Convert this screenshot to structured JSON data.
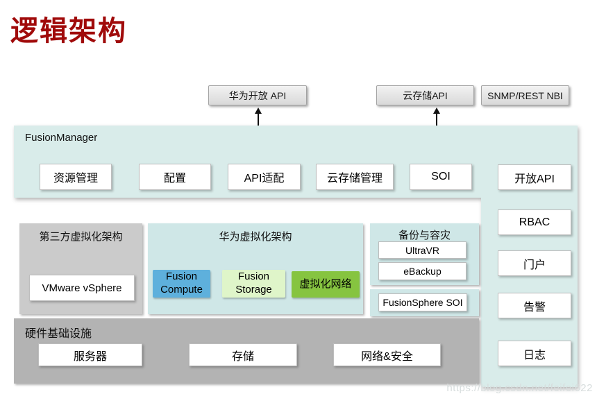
{
  "title": "逻辑架构",
  "top_apis": [
    {
      "label": "华为开放 API"
    },
    {
      "label": "云存储API"
    },
    {
      "label": "SNMP/REST NBI"
    }
  ],
  "fusion_manager": {
    "label": "FusionManager",
    "modules": [
      "资源管理",
      "配置",
      "API适配",
      "云存储管理",
      "SOI"
    ]
  },
  "right_column": {
    "modules": [
      "开放API",
      "RBAC",
      "门户",
      "告警",
      "日志"
    ]
  },
  "third_party": {
    "label": "第三方虚拟化架构",
    "modules": [
      "VMware vSphere"
    ]
  },
  "huawei_virt": {
    "label": "华为虚拟化架构",
    "modules": [
      {
        "label": "Fusion Compute",
        "color": "#5EB0DC"
      },
      {
        "label": "Fusion Storage",
        "color": "#DFF5C9"
      },
      {
        "label": "虚拟化网络",
        "color": "#86C440"
      }
    ]
  },
  "backup_dr": {
    "label": "备份与容灾",
    "modules": [
      "UltraVR",
      "eBackup"
    ]
  },
  "fusionsphere_soi": {
    "label": "FusionSphere SOI"
  },
  "hardware": {
    "label": "硬件基础设施",
    "modules": [
      "服务器",
      "存储",
      "网络&安全"
    ]
  },
  "watermark": "https://blog.csdn.net/feifei622",
  "colors": {
    "title_red": "#A00A0A",
    "teal_background": "#D9ECEA",
    "cyan_panel": "#CFE7E7",
    "gray_panel": "#CBCBCB",
    "hardware_gray": "#B3B3B3",
    "api_box_gray": "#E6E6E6",
    "fusion_compute_blue": "#5EB0DC",
    "fusion_storage_green": "#DFF5C9",
    "virtual_network_green": "#86C440",
    "module_box_white": "#FFFFFF"
  }
}
